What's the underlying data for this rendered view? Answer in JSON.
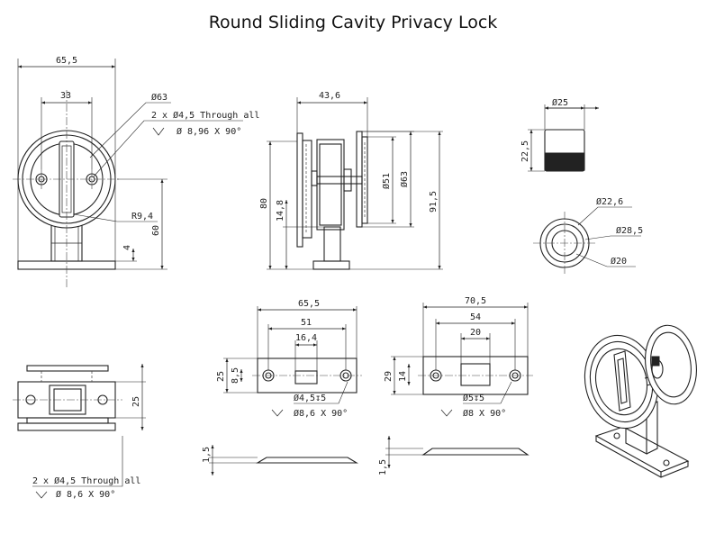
{
  "title": "Round Sliding Cavity Privacy Lock",
  "dims": {
    "w65_5_top": "65,5",
    "w33": "33",
    "d63_front": "Ø63",
    "holes_through": "2 x Ø4,5 Through all",
    "csk_896": "Ø 8,96 X 90°",
    "r9_4": "R9,4",
    "h60": "60",
    "h4": "4",
    "w43_6": "43,6",
    "h80": "80",
    "h14_8": "14,8",
    "d51": "Ø51",
    "d63_side": "Ø63",
    "h91_5": "91,5",
    "d25": "Ø25",
    "h22_5": "22,5",
    "d22_6": "Ø22,6",
    "d28_5": "Ø28,5",
    "d20": "Ø20",
    "h25_bottom": "25",
    "holes_through_2": "2 x Ø4,5 Through all",
    "csk_86_a": "Ø 8,6 X 90°",
    "w65_5_plate": "65,5",
    "w51": "51",
    "w16_4": "16,4",
    "h25_plate": "25",
    "h8_5": "8,5",
    "hole45_5": "Ø4,5↧5",
    "csk_86_b": "Ø8,6 X 90°",
    "h1_5_a": "1,5",
    "w70_5": "70,5",
    "w54": "54",
    "w20": "20",
    "h29": "29",
    "h14": "14",
    "hole5_5": "Ø5↧5",
    "csk_8": "Ø8 X 90°",
    "h1_5_b": "1,5"
  }
}
